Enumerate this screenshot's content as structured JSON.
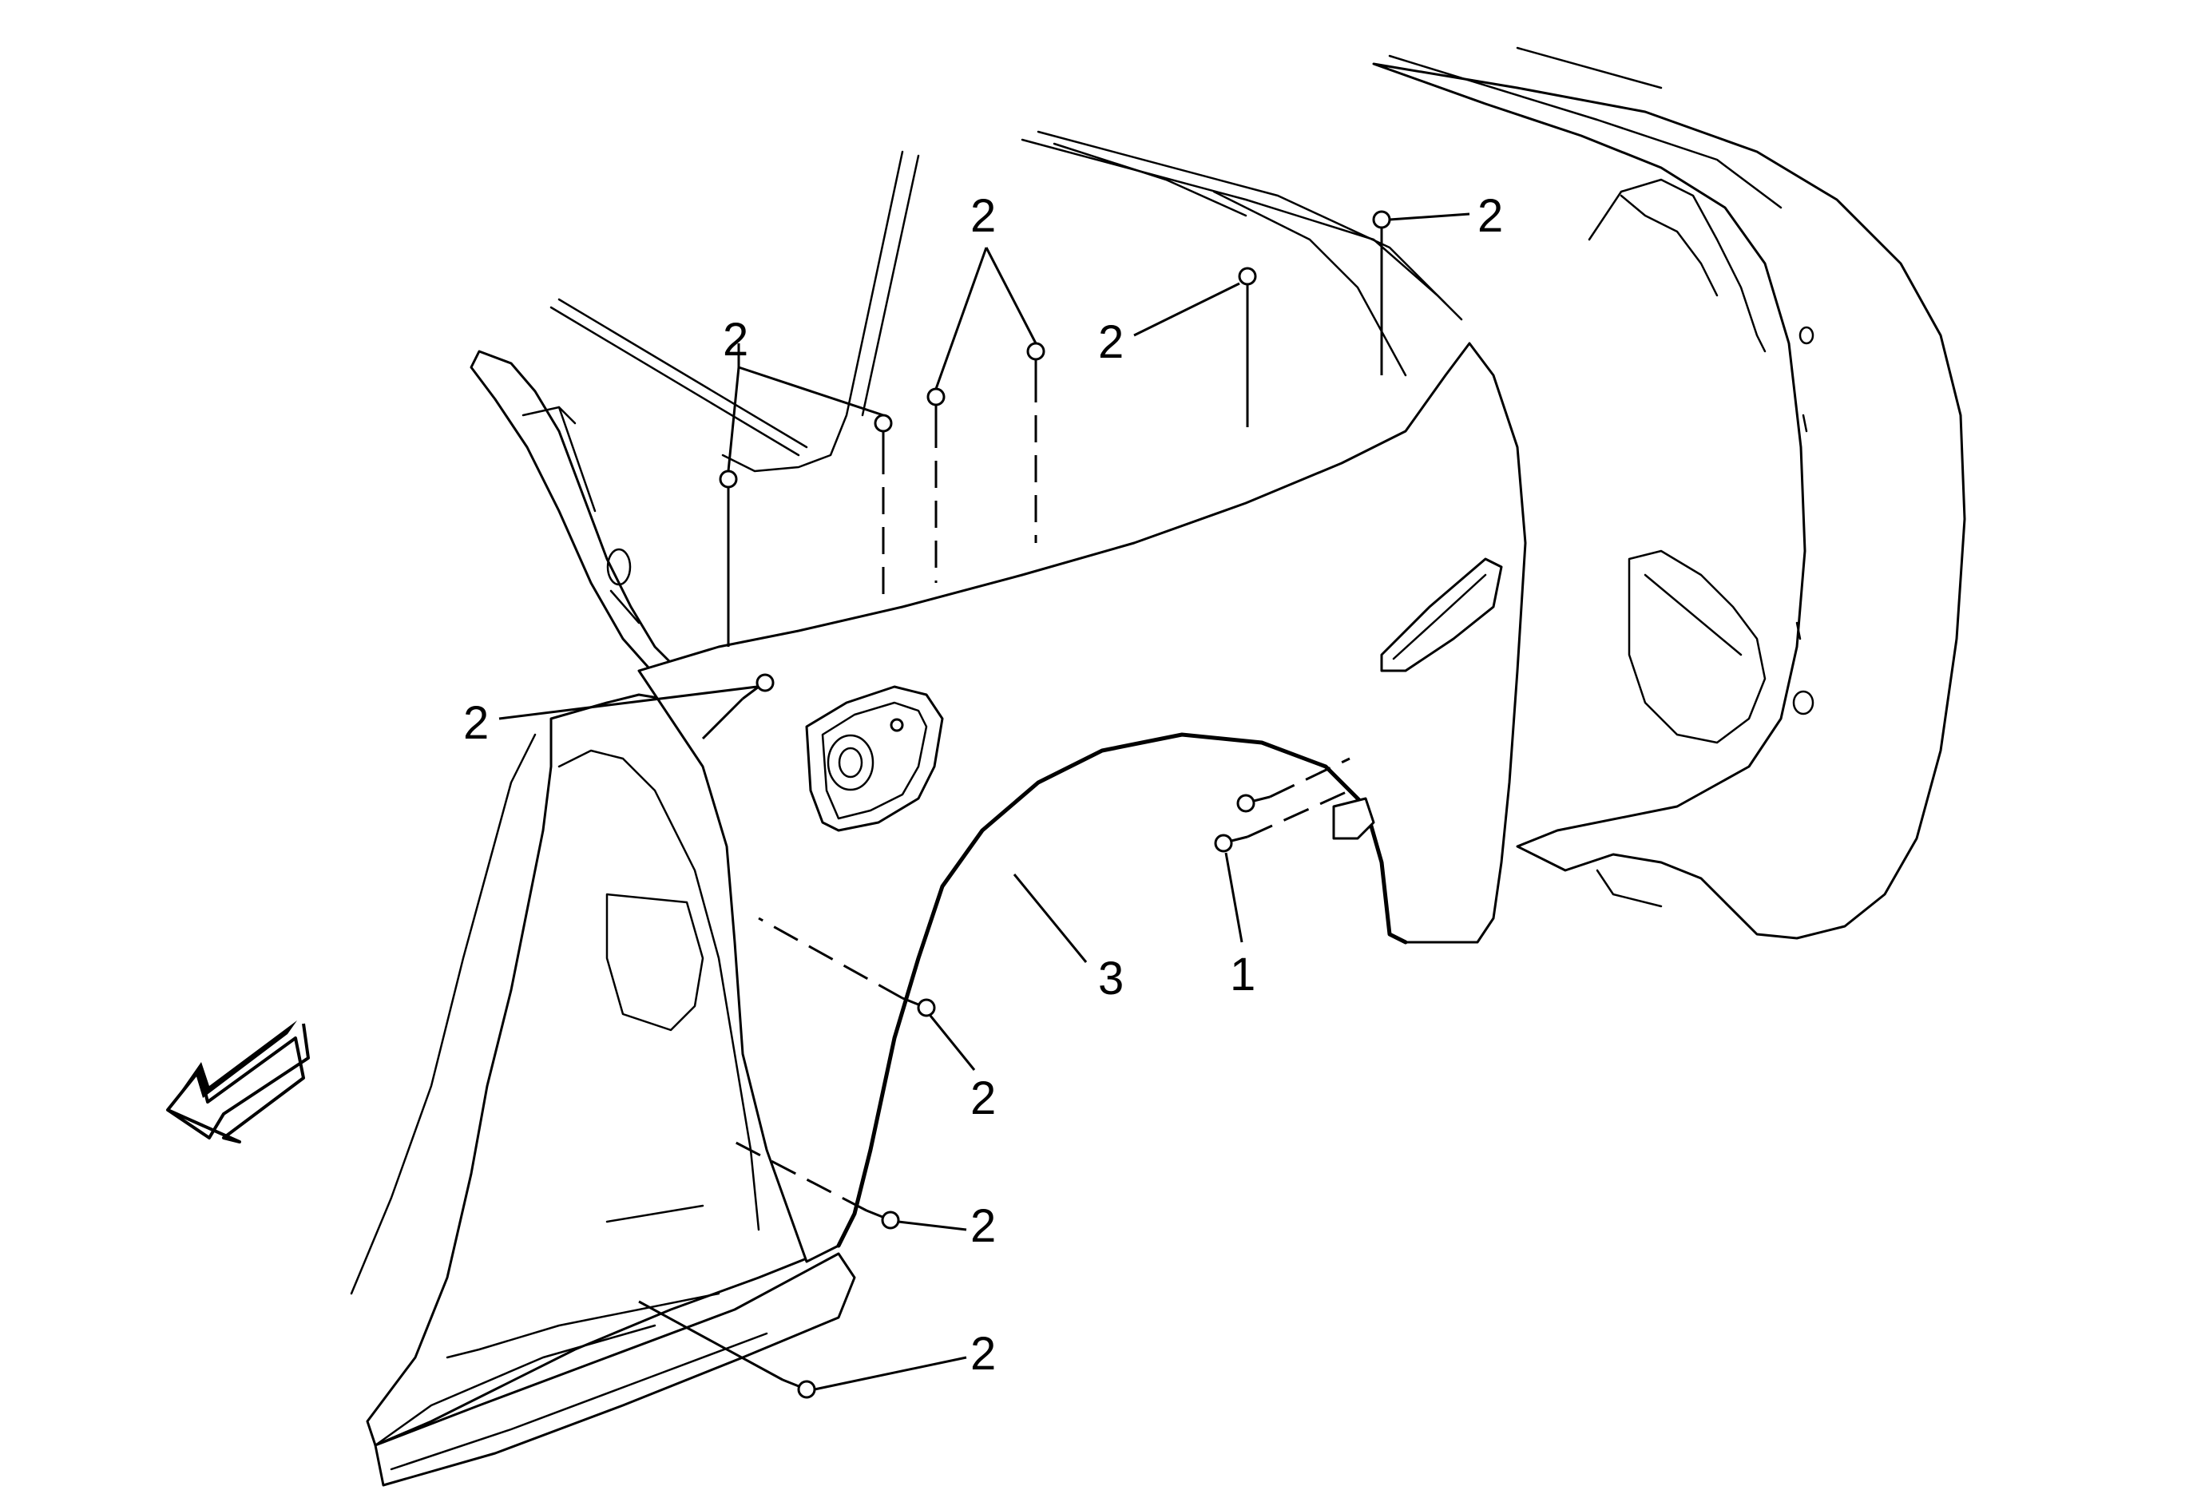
{
  "callouts": [
    {
      "id": "c1",
      "label": "1"
    },
    {
      "id": "c2",
      "label": "2"
    },
    {
      "id": "c3",
      "label": "3"
    }
  ],
  "icons": {
    "direction_arrow": "front-direction-arrow-icon",
    "fastener": "bolt-icon",
    "fuel_door": "fuel-filler-door-icon"
  }
}
